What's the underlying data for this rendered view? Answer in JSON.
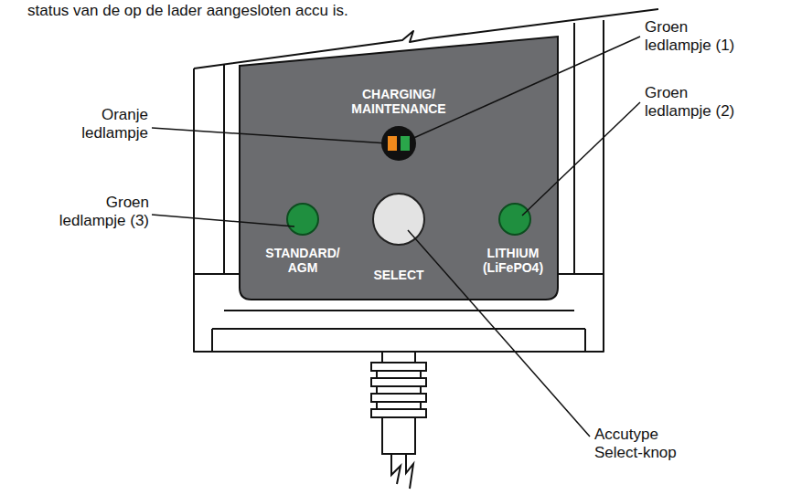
{
  "diagram": {
    "nodes": [
      {
        "text": [
          "CHARGING/ MAINTENANCE",
          "STANDARD/ AGM",
          "SELECT",
          "LITHIUM (LiFePO4)"
        ]
      }
    ],
    "labels": [
      "status van de op de lader aangesloten accu is.",
      "Oranje ledlampje",
      "Groen ledlampje (1)",
      "Groen ledlampje (2)",
      "Groen ledlampje (3)",
      "Accutype Select-knop"
    ]
  }
}
